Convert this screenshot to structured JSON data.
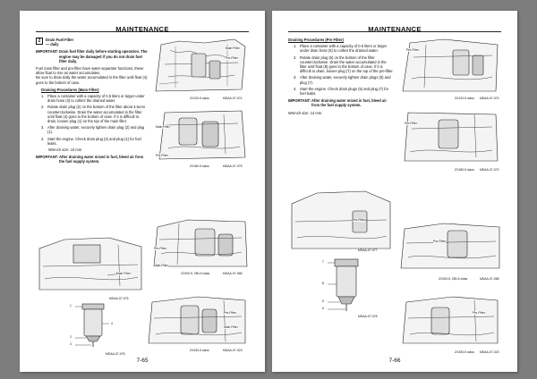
{
  "left": {
    "header": "MAINTENANCE",
    "page_number": "7-65",
    "section_number": "2",
    "section_title": "Drain Fuel Filter",
    "section_sub": "— daily",
    "important1_label": "IMPORTANT:",
    "important1_text": "Drain fuel filter daily before starting operation. The engine may be damaged if you do not drain fuel filter daily.",
    "body_text1": "Fuel main filter and pre-filter have water separator functions, these allow float to rise as water accumulates.",
    "body_text2": "Be sure to drain daily the water accumulated in the filter until float (4) goes to the bottom of case.",
    "procedure_title": "Draining Procedures (Main Filter)",
    "steps": [
      {
        "n": "1.",
        "text": "Place a container with a capacity of 0.5 liters or larger under drain hose (3) to collect the drained water."
      },
      {
        "n": "2.",
        "text": "Rotate drain plug (2) on the bottom of the filter about 4-turns counterclockwise. Drain the water accumulated in the filter until float (4) goes to the bottom of case. If it is difficult to drain, loosen plug (1) on the top of the main filter."
      },
      {
        "n": "3.",
        "text": "After draining water, securely tighten drain plug (2) and plug (1)."
      },
      {
        "n": "4.",
        "text": "Start the engine. Check drain plug (2) and plug (1) for fuel leaks."
      }
    ],
    "wrench_size": "Wrench size: 10 mm",
    "important2_label": "IMPORTANT:",
    "important2_text": "After draining water mixed in fuel, bleed air from the fuel supply system.",
    "figures": {
      "f1": {
        "class": "ZX120-5 class",
        "code": "MDAA-07-074",
        "label_a": "Main Filter",
        "label_b": "Pre-Filter"
      },
      "f2": {
        "class": "ZX180-5 class",
        "code": "MDAA-07-075",
        "label_a": "Main Filter",
        "label_b": "Pre-Filter"
      },
      "f3": {
        "class": "ZX200-5, 280-5 class",
        "code": "MDAA-07-068",
        "label_a": "Pre-Filter",
        "label_b": "Main Filter"
      },
      "f4": {
        "class": "ZX330-5 class",
        "code": "MDAA-07-023",
        "label_a": "Pre-Filter",
        "label_b": "Main Filter"
      },
      "f5": {
        "code": "MDAA-07-075",
        "label_a": "Main Filter"
      },
      "f6": {
        "code": "MDAA-07-076",
        "n1": "1",
        "n2": "2",
        "n3": "3",
        "n4": "4"
      }
    }
  },
  "right": {
    "header": "MAINTENANCE",
    "page_number": "7-66",
    "procedure_title": "Draining Procedures (Pre Filter)",
    "steps": [
      {
        "n": "1.",
        "text": "Place a container with a capacity of 0.5 liters or larger under drain hose (6) to collect the drained water."
      },
      {
        "n": "2.",
        "text": "Rotate drain plug (5) on the bottom of the filter counterclockwise. Drain the water accumulated in the filter until float (8) goes to the bottom of case. If it is difficult to drain, loosen plug (7) on the top of the pre-filter."
      },
      {
        "n": "3.",
        "text": "After draining water, securely tighten drain plugs (5) and plug (7)."
      },
      {
        "n": "4.",
        "text": "Start the engine. Check drain plugs (5) and plug (7) for fuel leaks."
      }
    ],
    "important_label": "IMPORTANT:",
    "important_text": "After draining water mixed in fuel, bleed air from the fuel supply system.",
    "wrench_size": "Wrench size: 14 mm",
    "figures": {
      "f1": {
        "class": "ZX120-5 class",
        "code": "MDAA-07-074",
        "label_a": "Pre-Filter"
      },
      "f2": {
        "class": "ZX180-5 class",
        "code": "MDAA-07-070",
        "label_a": "Pre-Filter"
      },
      "f3": {
        "class": "ZX200-5, 280-5 class",
        "code": "MDAA-07-068",
        "label_a": "Pre-Filter"
      },
      "f4": {
        "class": "ZX330-5 class",
        "code": "MDAA-07-023",
        "label_a": "Pre-Filter"
      },
      "f5": {
        "code": "MDAA-07-077",
        "label_a": "Pre-Filter"
      },
      "f6": {
        "code": "MDAA-07-078",
        "n5": "5",
        "n6": "6",
        "n7": "7",
        "n8": "8"
      }
    }
  }
}
